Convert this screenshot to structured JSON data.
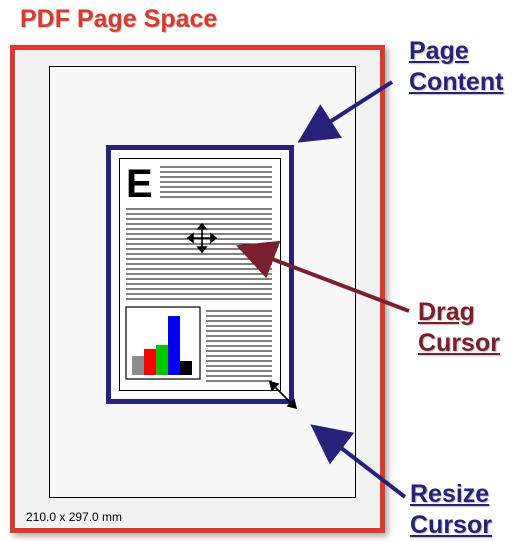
{
  "title": "PDF Page Space",
  "callouts": {
    "page_content": [
      "Page",
      "Content"
    ],
    "drag_cursor": [
      "Drag",
      "Cursor"
    ],
    "resize_cursor": [
      "Resize",
      "Cursor"
    ]
  },
  "page_size_label": "210.0 x 297.0 mm",
  "content_letter": "E",
  "colors": {
    "title": "#d93a2b",
    "page_border": "#d83a2d",
    "content_border": "#27217a",
    "callout_blue": "#27217a",
    "callout_maroon": "#7a1f2e"
  },
  "icons": [
    "move-cursor-icon",
    "resize-cursor-icon",
    "bar-chart-icon"
  ]
}
